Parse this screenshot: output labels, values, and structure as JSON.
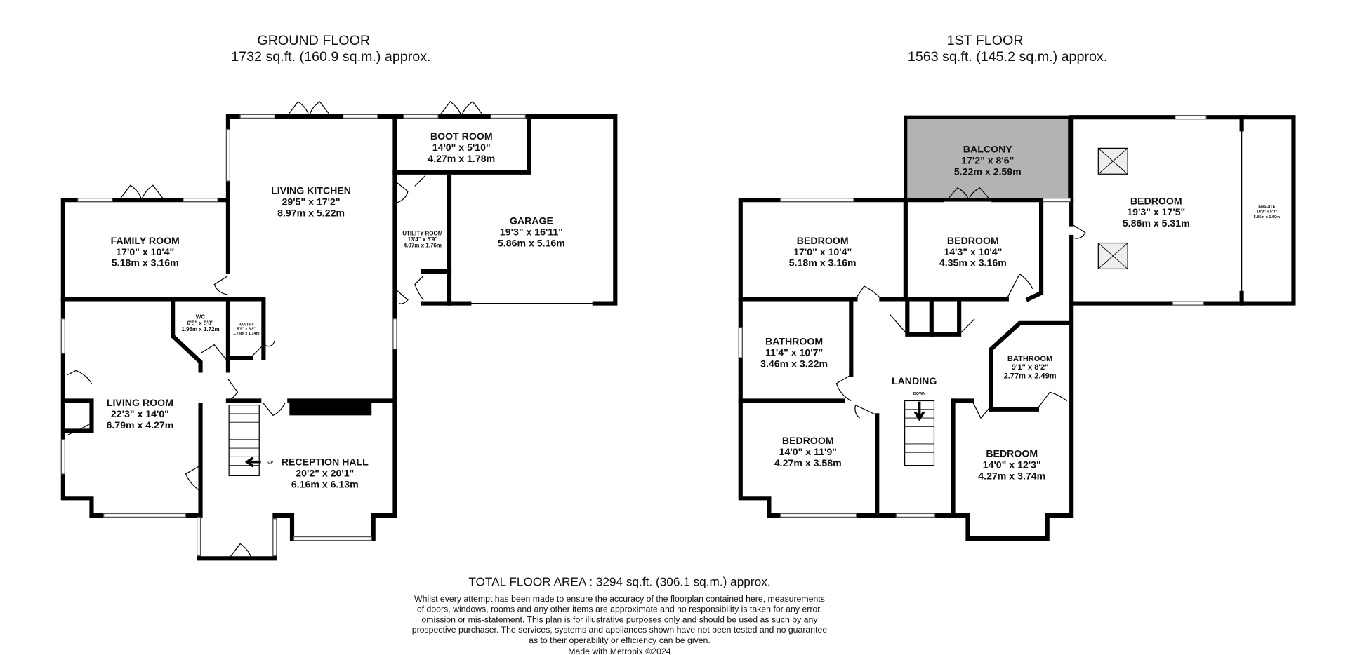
{
  "ground_floor": {
    "title": "GROUND FLOOR",
    "area": "1732 sq.ft. (160.9 sq.m.) approx.",
    "rooms": [
      {
        "name": "LIVING KITCHEN",
        "imperial": "29'5\"  x 17'2\"",
        "metric": "8.97m  x 5.22m"
      },
      {
        "name": "BOOT ROOM",
        "imperial": "14'0\"  x 5'10\"",
        "metric": "4.27m  x 1.78m"
      },
      {
        "name": "GARAGE",
        "imperial": "19'3\"  x 16'11\"",
        "metric": "5.86m  x 5.16m"
      },
      {
        "name": "UTILITY ROOM",
        "imperial": "13'4\"  x 5'9\"",
        "metric": "4.07m  x 1.76m"
      },
      {
        "name": "FAMILY ROOM",
        "imperial": "17'0\"  x 10'4\"",
        "metric": "5.18m  x 3.16m"
      },
      {
        "name": "WC",
        "imperial": "6'5\"  x 5'8\"",
        "metric": "1.96m  x 1.72m"
      },
      {
        "name": "PANTRY",
        "imperial": "5'9\" x 3'9\"",
        "metric": "1.74m x 1.14m"
      },
      {
        "name": "LIVING ROOM",
        "imperial": "22'3\"  x 14'0\"",
        "metric": "6.79m  x 4.27m"
      },
      {
        "name": "RECEPTION HALL",
        "imperial": "20'2\"  x 20'1\"",
        "metric": "6.16m  x 6.13m"
      }
    ],
    "stair_label": "UP"
  },
  "first_floor": {
    "title": "1ST FLOOR",
    "area": "1563 sq.ft. (145.2 sq.m.) approx.",
    "rooms": [
      {
        "name": "BALCONY",
        "imperial": "17'2\"  x 8'6\"",
        "metric": "5.22m  x 2.59m"
      },
      {
        "name": "BEDROOM",
        "imperial": "19'3\"  x 17'5\"",
        "metric": "5.86m  x 5.31m"
      },
      {
        "name": "ENSUITE",
        "imperial": "19'3\"  x 5'3\"",
        "metric": "5.86m  x 1.60m"
      },
      {
        "name": "BEDROOM",
        "imperial": "17'0\"  x 10'4\"",
        "metric": "5.18m  x 3.16m"
      },
      {
        "name": "BEDROOM",
        "imperial": "14'3\"  x 10'4\"",
        "metric": "4.35m  x 3.16m"
      },
      {
        "name": "BATHROOM",
        "imperial": "11'4\"  x 10'7\"",
        "metric": "3.46m  x 3.22m"
      },
      {
        "name": "LANDING",
        "imperial": "",
        "metric": ""
      },
      {
        "name": "BATHROOM",
        "imperial": "9'1\"  x 8'2\"",
        "metric": "2.77m  x 2.49m"
      },
      {
        "name": "BEDROOM",
        "imperial": "14'0\"  x 11'9\"",
        "metric": "4.27m  x 3.58m"
      },
      {
        "name": "BEDROOM",
        "imperial": "14'0\"  x 12'3\"",
        "metric": "4.27m  x 3.74m"
      }
    ],
    "stair_label": "DOWN",
    "balcony_color": "#b3b3b3"
  },
  "footer": {
    "total": "TOTAL FLOOR AREA : 3294 sq.ft. (306.1 sq.m.) approx.",
    "disclaimer": [
      "Whilst every attempt has been made to ensure the accuracy of the floorplan contained here, measurements",
      "of doors, windows, rooms and any other items are approximate and no responsibility is taken for any error,",
      "omission or mis-statement. This plan is for illustrative purposes only and should be used as such by any",
      "prospective purchaser. The services, systems and appliances shown have not been tested and no guarantee",
      "as to their operability or efficiency can be given."
    ],
    "credit": "Made with Metropix ©2024"
  }
}
